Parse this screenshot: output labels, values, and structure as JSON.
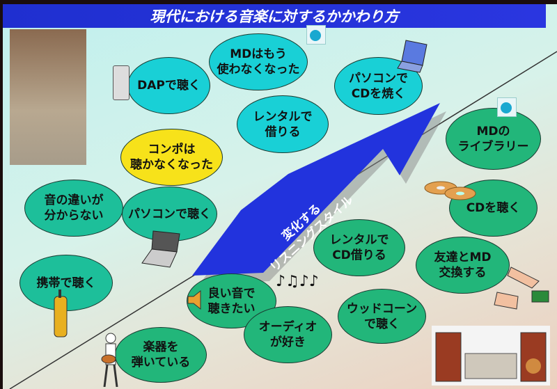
{
  "title": "現代における音楽に対するかかわり方",
  "arrow_label": "変化する\nリスニングスタイル",
  "bubbles": {
    "md_no_longer": "MDはもう\n使わなくなった",
    "dap": "DAPで聴く",
    "pc_burn_cd": "パソコンで\nCDを焼く",
    "rental": "レンタルで\n借りる",
    "md_library": "MDの\nライブラリー",
    "compo": "コンポは\n聴かなくなった",
    "no_difference": "音の違いが\n分からない",
    "pc_listen": "パソコンで聴く",
    "cd_listen": "CDを聴く",
    "rental_cd": "レンタルで\nCD借りる",
    "md_exchange": "友達とMD\n交換する",
    "mobile": "携帯で聴く",
    "good_sound": "良い音で\n聴きたい",
    "woodcone": "ウッドコーン\nで聴く",
    "audio_fan": "オーディオ\nが好き",
    "instrument": "楽器を\n弾いている"
  },
  "colors": {
    "title_bar": "#2a36e0",
    "arrow": "#2233dd",
    "cyan": "#19d0d6",
    "green": "#22b67a",
    "yellow": "#f7e21a"
  }
}
